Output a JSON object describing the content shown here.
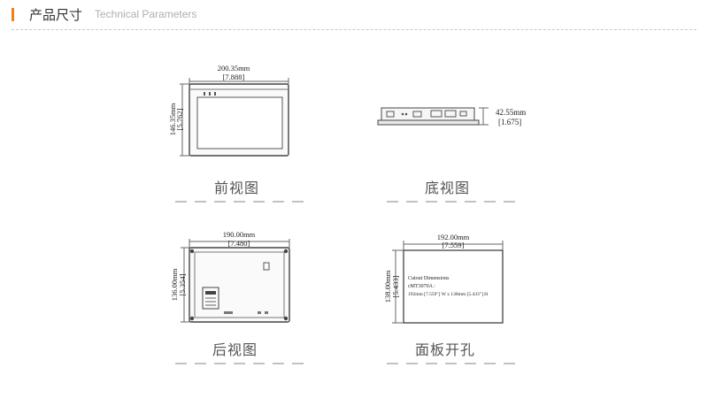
{
  "header": {
    "title": "产品尺寸",
    "subtitle": "Technical Parameters",
    "accent_color": "#f07f1a"
  },
  "views": {
    "front": {
      "caption": "前视图",
      "width_mm": "200.35mm",
      "width_in": "[7.888]",
      "height_mm": "146.35mm",
      "height_in": "[5.762]"
    },
    "bottom": {
      "caption": "底视图",
      "depth_mm": "42.55mm",
      "depth_in": "[1.675]"
    },
    "rear": {
      "caption": "后视图",
      "width_mm": "190.00mm",
      "width_in": "[7.480]",
      "height_mm": "136.00mm",
      "height_in": "[5.354]"
    },
    "cutout": {
      "caption": "面板开孔",
      "width_mm": "192.00mm",
      "width_in": "[7.559]",
      "height_mm": "138.00mm",
      "height_in": "[5.433]",
      "note_line1": "Cutout Dimensions",
      "note_line2": "cMT3070A :",
      "note_line3": "192mm [7.559\"] W x 138mm [5.433\"] H"
    }
  }
}
